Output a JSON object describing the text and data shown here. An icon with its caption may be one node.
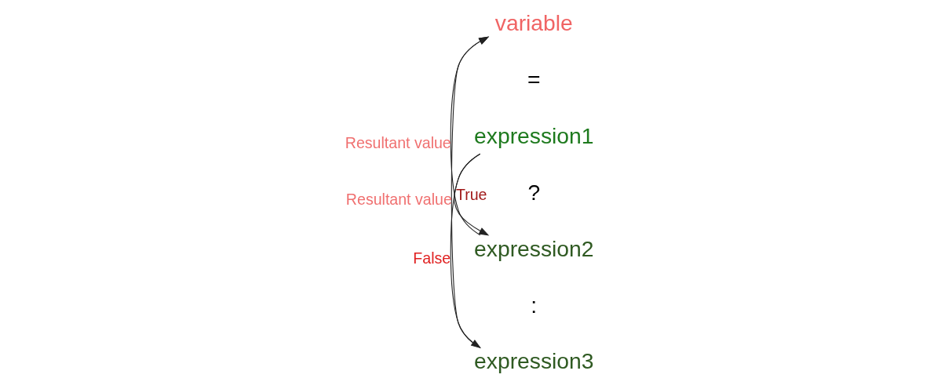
{
  "diagram": {
    "nodes": [
      {
        "text": [
          "variable"
        ]
      },
      {
        "text": [
          "expression1"
        ]
      },
      {
        "text": [
          "expression2"
        ]
      },
      {
        "text": [
          "expression3"
        ]
      }
    ],
    "edges": [
      {
        "from": 3,
        "to": 0,
        "arrow": "to",
        "label": "Resultant value"
      },
      {
        "from": 1,
        "to": 3,
        "arrow": "to",
        "label": "False"
      },
      {
        "from": 1,
        "to": 2,
        "arrow": "to",
        "label": "True"
      },
      {
        "from": 2,
        "to": 0,
        "arrow": "to",
        "label": "Resultant value"
      }
    ],
    "labels": [
      "=",
      "?",
      ":"
    ]
  }
}
